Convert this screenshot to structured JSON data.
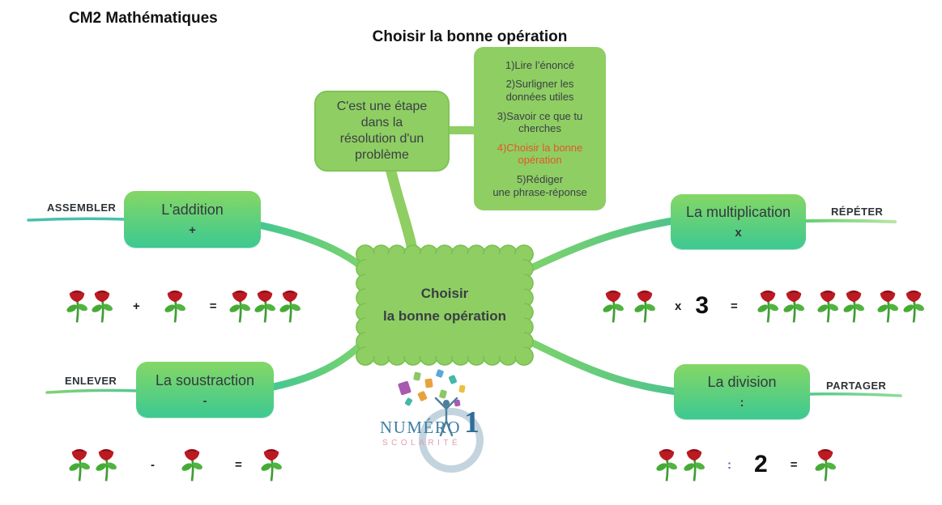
{
  "header": {
    "course_title": "CM2 Mathématiques",
    "map_title": "Choisir la bonne opération"
  },
  "note_box": {
    "text": "C'est une étape\ndans la\nrésolution d'un\nproblème"
  },
  "steps_box": {
    "items": [
      {
        "text": "1)Lire l’énoncé",
        "highlight": false
      },
      {
        "text": "2)Surligner les\ndonnées utiles",
        "highlight": false
      },
      {
        "text": "3)Savoir ce que tu\ncherches",
        "highlight": false
      },
      {
        "text": "4)Choisir la bonne\nopération",
        "highlight": true
      },
      {
        "text": "5)Rédiger\nune phrase-réponse",
        "highlight": false
      }
    ]
  },
  "center_node": {
    "title_line1": "Choisir",
    "title_line2": "la bonne opération"
  },
  "branches": {
    "addition": {
      "keyword": "ASSEMBLER",
      "label": "L'addition",
      "symbol": "+"
    },
    "subtraction": {
      "keyword": "ENLEVER",
      "label": "La soustraction",
      "symbol": "-"
    },
    "multiplication": {
      "keyword": "RÉPÉTER",
      "label": "La multiplication",
      "symbol": "x"
    },
    "division": {
      "keyword": "PARTAGER",
      "label": "La division",
      "symbol": ":"
    }
  },
  "examples": {
    "addition": {
      "left_roses": 2,
      "operator": "+",
      "middle_roses": 1,
      "equals": "=",
      "result_roses": 3
    },
    "subtraction": {
      "left_roses": 2,
      "operator": "-",
      "middle_roses": 1,
      "equals": "=",
      "result_roses": 1
    },
    "multiplication": {
      "left_roses": 2,
      "operator": "x",
      "multiplier": "3",
      "equals": "=",
      "result_roses": 6
    },
    "division": {
      "left_roses": 2,
      "operator": ":",
      "divisor": "2",
      "equals": "=",
      "result_roses": 1
    }
  },
  "logo": {
    "name": "NUMÉRO",
    "number": "1",
    "subtitle": "SCOLARITÉ"
  },
  "icons": {
    "rose": "red-rose-with-green-leaves"
  },
  "colors": {
    "node_green": "#8fce63",
    "node_border_green": "#7abf4f",
    "gradient_top_green": "#85d765",
    "gradient_bottom_teal": "#3cc992",
    "branch_green": "#6fd177",
    "teal_line": "#49bfae",
    "step_highlight_orange": "#e2582b",
    "text_dark": "#3a4045",
    "rose_red": "#bb1a22",
    "leaf_green": "#46ab35",
    "division_colon_purple": "#8a3fae",
    "logo_blue": "#3d7ca3",
    "logo_pink": "#e39cb1"
  }
}
